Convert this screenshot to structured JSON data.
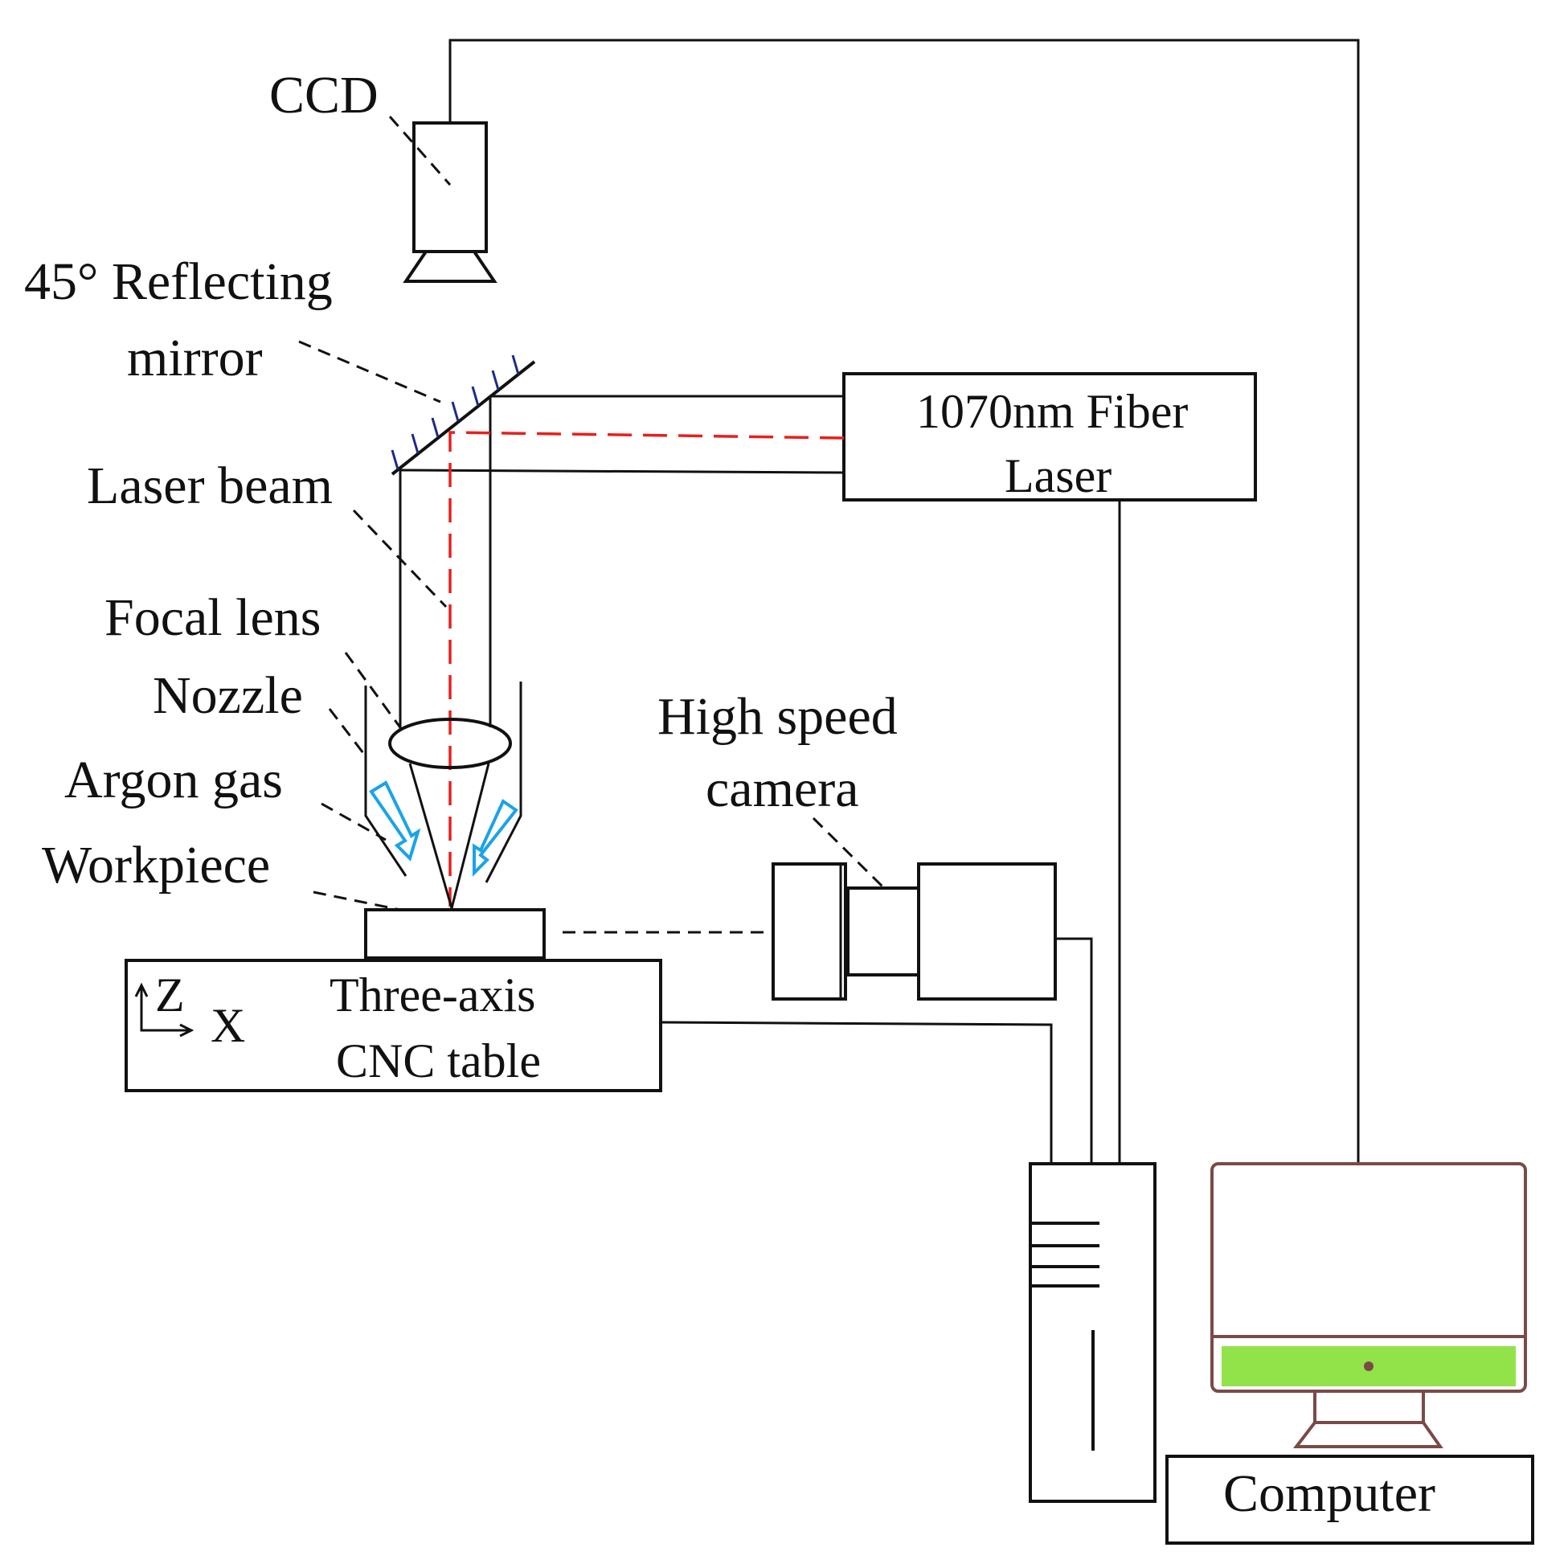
{
  "labels": {
    "ccd": "CCD",
    "mirror_line1": "45° Reflecting",
    "mirror_line2": "mirror",
    "laser_beam": "Laser beam",
    "focal_lens": "Focal lens",
    "nozzle": "Nozzle",
    "argon_gas": "Argon gas",
    "workpiece": "Workpiece",
    "fiber_laser_line1": "1070nm Fiber",
    "fiber_laser_line2": "Laser",
    "high_speed_line1": "High speed",
    "high_speed_line2": "camera",
    "cnc_line1": "Three-axis",
    "cnc_line2": "CNC table",
    "axis_z": "Z",
    "axis_x": "X",
    "computer": "Computer"
  },
  "colors": {
    "laser_beam_axis": "#e8201c",
    "argon_gas_arrows": "#1aa3e8",
    "mirror_hatch": "#1a2a8a",
    "monitor_outline": "#7a4a48",
    "monitor_stripe": "#92e24a"
  },
  "icons": {
    "ccd": "ccd-camera-icon",
    "high_speed_camera": "high-speed-camera-icon",
    "pc_tower": "pc-tower-icon",
    "monitor": "monitor-icon",
    "axes": "xz-axes-icon"
  }
}
